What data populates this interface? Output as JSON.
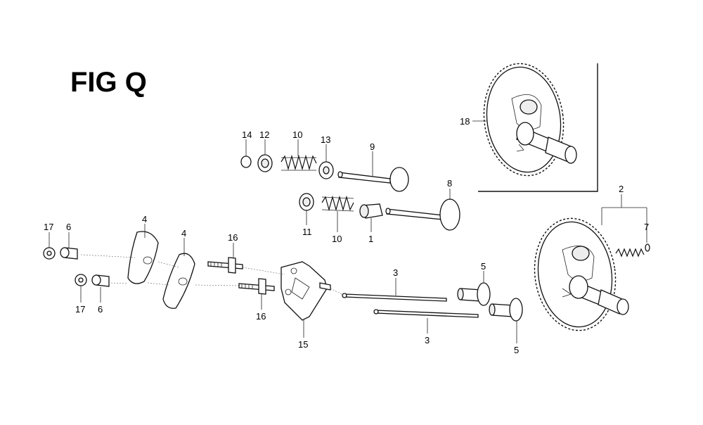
{
  "figure": {
    "title": "FIG Q"
  },
  "callouts": {
    "c1": "1",
    "c2": "2",
    "c3a": "3",
    "c3b": "3",
    "c4a": "4",
    "c4b": "4",
    "c5a": "5",
    "c5b": "5",
    "c6a": "6",
    "c6b": "6",
    "c7": "7",
    "c8": "8",
    "c9": "9",
    "c10a": "10",
    "c10b": "10",
    "c11": "11",
    "c12": "12",
    "c13": "13",
    "c14": "14",
    "c15": "15",
    "c16a": "16",
    "c16b": "16",
    "c17a": "17",
    "c17b": "17",
    "c18": "18"
  }
}
